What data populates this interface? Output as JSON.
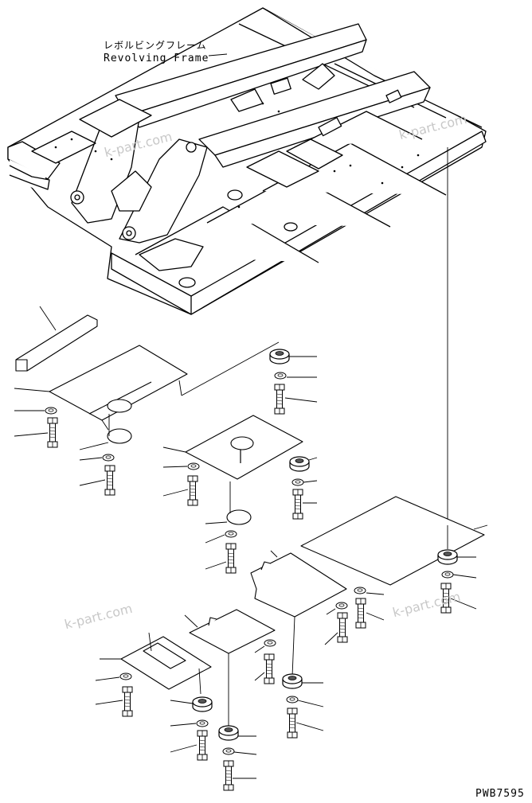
{
  "labels": {
    "frame_jp": "レボルビングフレーム",
    "frame_en": "Revolving Frame",
    "drawing_code": "PWB7595"
  },
  "watermarks": [
    "k-part.com",
    "k-part.com",
    "k-part.com"
  ],
  "colors": {
    "line": "#000000",
    "watermark": "#c8c8c8",
    "background": "#ffffff"
  }
}
